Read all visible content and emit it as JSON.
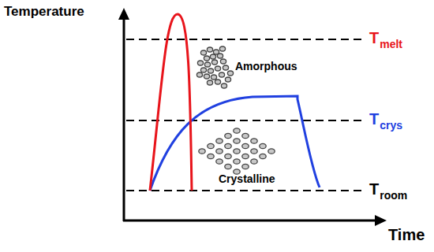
{
  "diagram": {
    "labels": [
      "Temperature",
      "T",
      "melt",
      "Amorphous",
      "T",
      "crys",
      "Crystalline",
      "T",
      "room",
      "Time"
    ]
  }
}
